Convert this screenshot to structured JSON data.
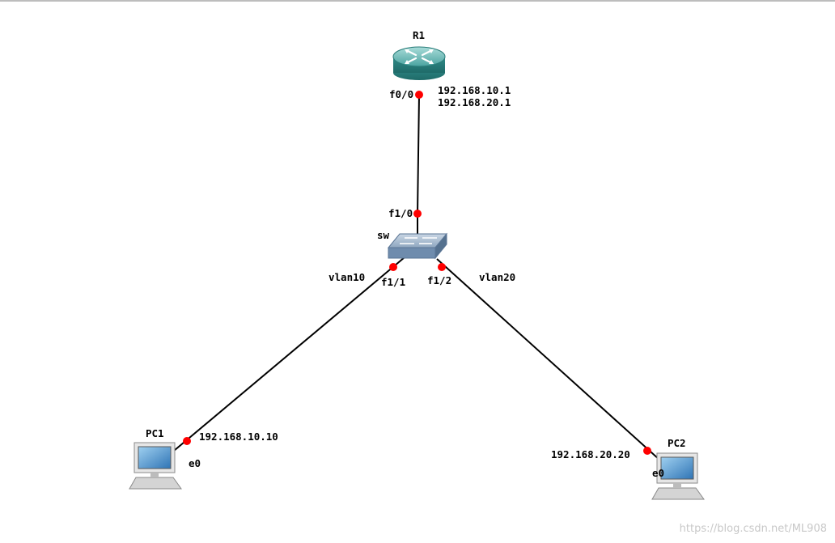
{
  "devices": {
    "router": {
      "name": "R1",
      "icon": "router-icon"
    },
    "switch": {
      "name": "sw",
      "icon": "switch-icon"
    },
    "pc1": {
      "name": "PC1",
      "icon": "pc-icon"
    },
    "pc2": {
      "name": "PC2",
      "icon": "pc-icon"
    }
  },
  "ports": {
    "r1_f0_0": "f0/0",
    "sw_f1_0": "f1/0",
    "sw_f1_1": "f1/1",
    "sw_f1_2": "f1/2",
    "pc1_e0": "e0",
    "pc2_e0": "e0"
  },
  "addresses": {
    "r1_ip_1": "192.168.10.1",
    "r1_ip_2": "192.168.20.1",
    "pc1_ip": "192.168.10.10",
    "pc2_ip": "192.168.20.20"
  },
  "vlans": {
    "vlan10": "vlan10",
    "vlan20": "vlan20"
  },
  "watermark": "https://blog.csdn.net/ML908",
  "colors": {
    "link": "#000000",
    "port_dot": "#ff0000",
    "router_body": "#2e8a8a",
    "switch_body": "#7f9bb8"
  }
}
